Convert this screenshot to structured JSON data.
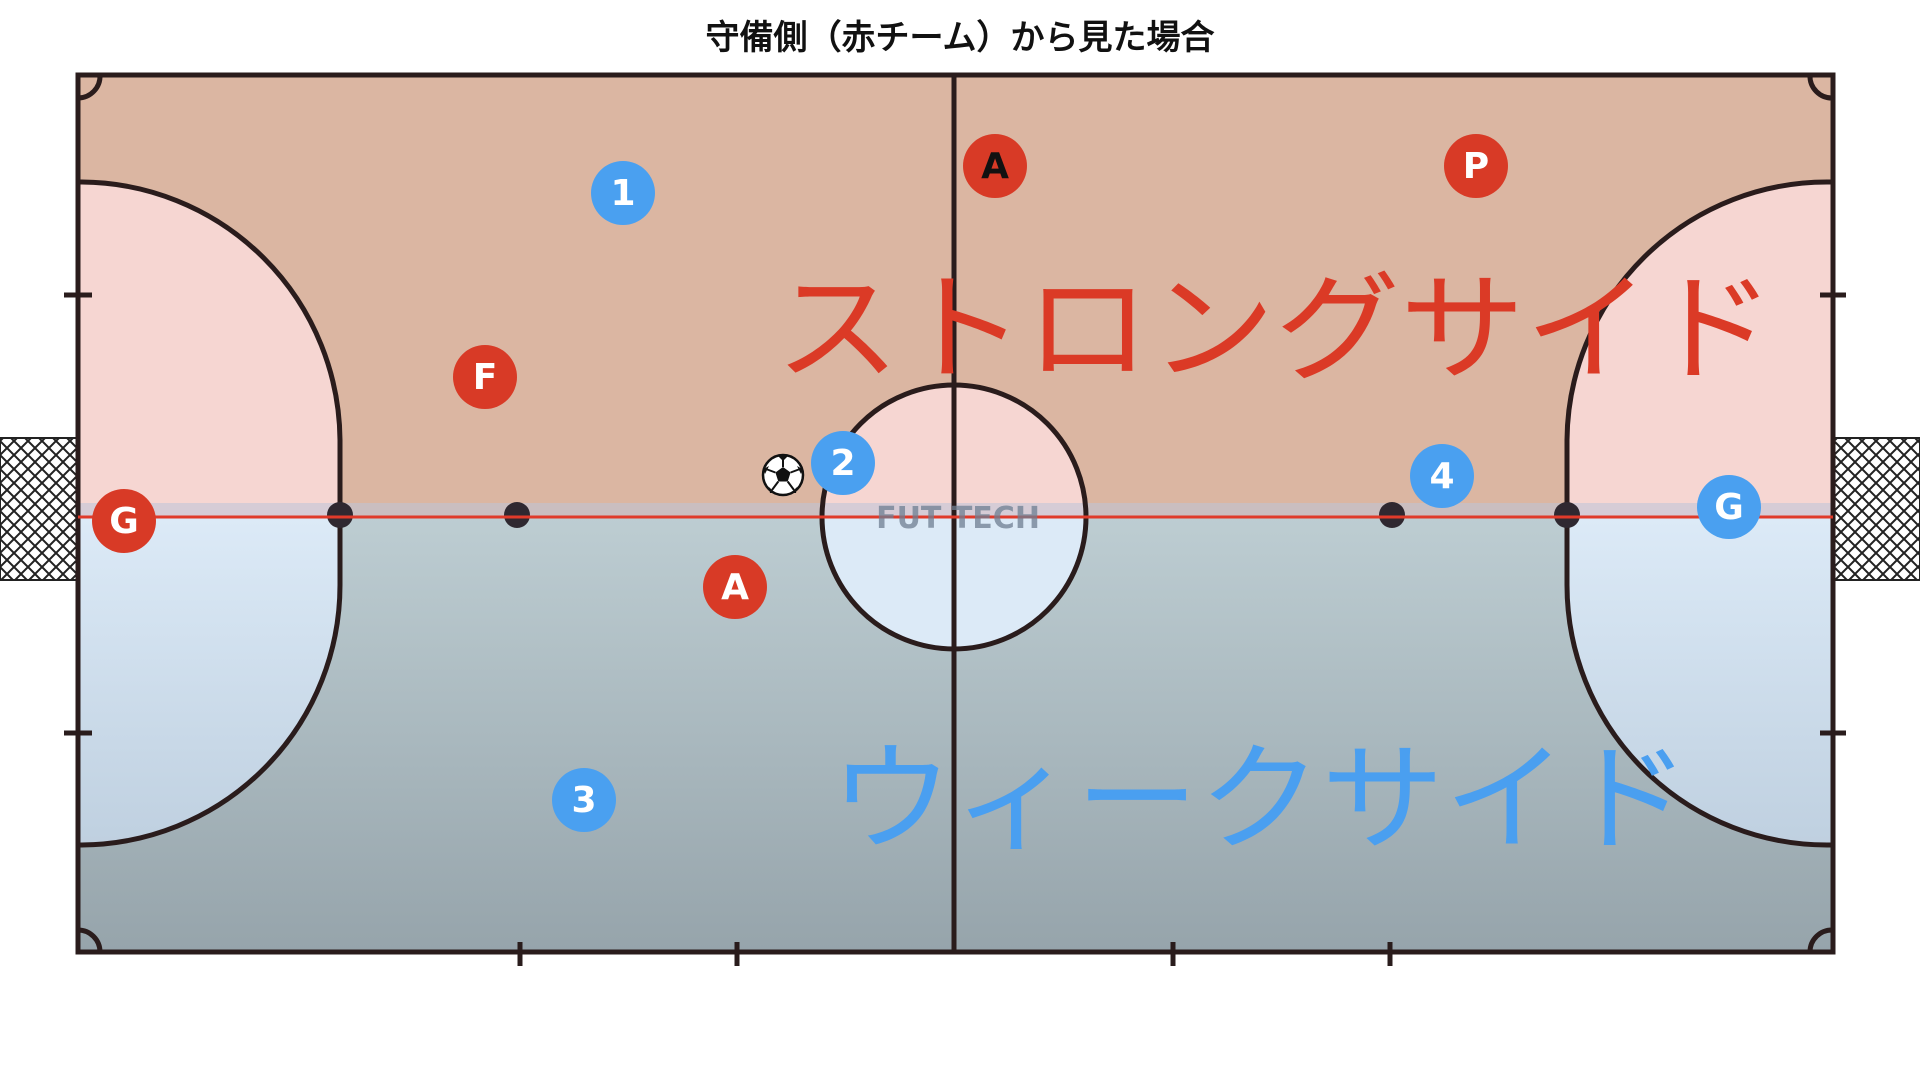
{
  "title": "守備側（赤チーム）から見た場合",
  "watermark": "FUT TECH",
  "zones": {
    "strong": {
      "label": "ストロングサイド",
      "color": "#db3a26"
    },
    "weak": {
      "label": "ウィークサイド",
      "color": "#4a9ff0"
    }
  },
  "colors": {
    "red_team": "#d83a26",
    "blue_team": "#4aa0f0",
    "strong_fill": "#dbb6a2",
    "weak_fill_top": "#bdcdd2",
    "weak_fill_bottom": "#96a4ab",
    "penalty_strong": "#f6d6d2",
    "penalty_weak": "#dceaf7",
    "divider_line": "#e03a2a",
    "court_line": "#2a1c1c"
  },
  "ball": {
    "icon": "soccer-ball-icon"
  },
  "players": {
    "red_g_left": "G",
    "red_f": "F",
    "red_a_top": "A",
    "red_a_bottom": "A",
    "red_p": "P",
    "blue_1": "1",
    "blue_2": "2",
    "blue_3": "3",
    "blue_4": "4",
    "blue_g_right": "G"
  }
}
